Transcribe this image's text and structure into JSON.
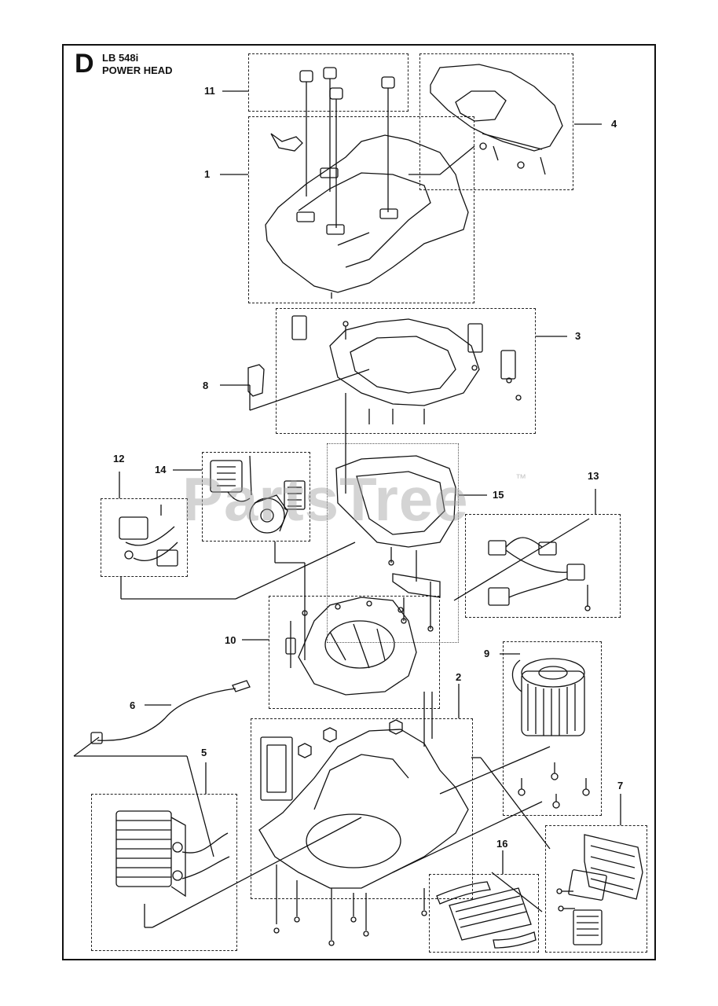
{
  "header": {
    "section_letter": "D",
    "model": "LB 548i",
    "subtitle": "POWER HEAD"
  },
  "watermark": {
    "text": "PartsTree",
    "trademark": "™"
  },
  "callouts": [
    "1",
    "2",
    "3",
    "4",
    "5",
    "6",
    "7",
    "8",
    "9",
    "10",
    "11",
    "12",
    "13",
    "14",
    "15",
    "16"
  ],
  "colors": {
    "line": "#111111",
    "watermark": "#a0a0a0"
  }
}
